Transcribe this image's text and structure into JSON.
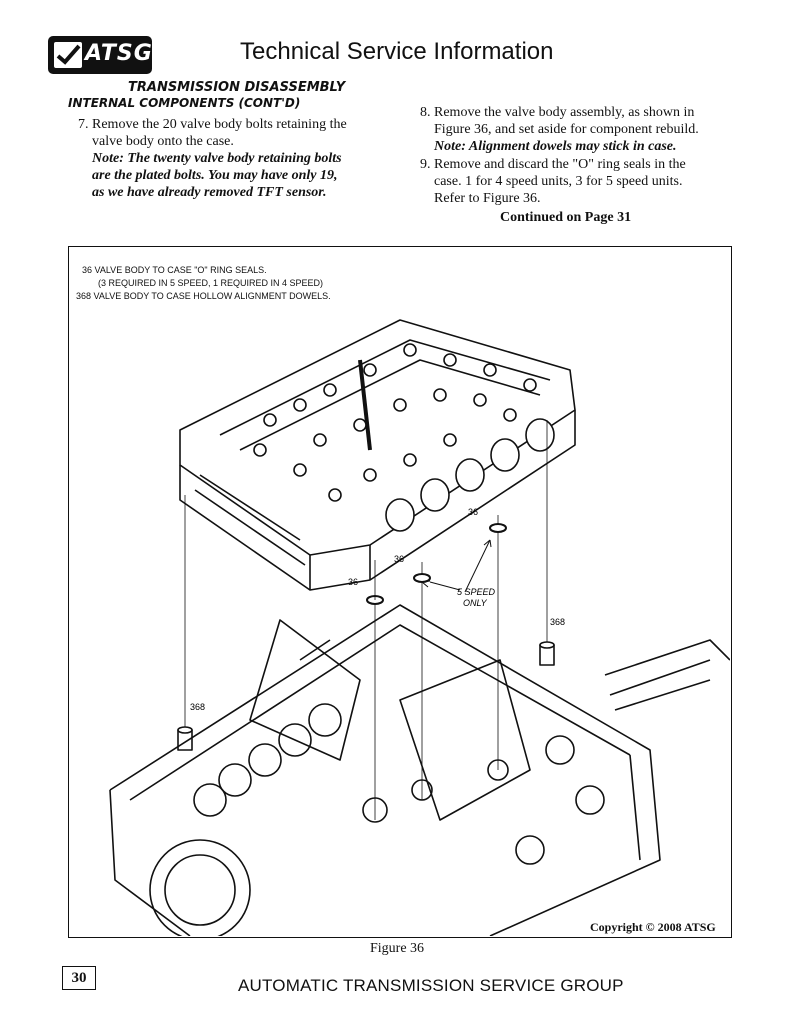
{
  "header": {
    "logo_text": "ATSG",
    "title": "Technical Service Information"
  },
  "section": {
    "title": "TRANSMISSION DISASSEMBLY",
    "subtitle": "INTERNAL COMPONENTS (CONT'D)"
  },
  "steps": {
    "step7": {
      "lead": "7. Remove the 20 valve body bolts retaining the",
      "rest": "valve body onto the case.",
      "note1": "Note: The twenty valve body retaining bolts",
      "note2": "are the plated bolts.  You may have only 19,",
      "note3": "as we have already removed TFT sensor."
    },
    "step8": {
      "lead": "8. Remove the valve body assembly, as shown in",
      "rest": "Figure 36, and set aside for component rebuild.",
      "note": "Note: Alignment dowels may stick in case."
    },
    "step9": {
      "lead": "9. Remove and discard the \"O\" ring seals in the",
      "rest1": "case.  1 for 4 speed units, 3 for 5 speed units.",
      "rest2": "Refer to Figure 36."
    },
    "continued": "Continued on Page 31"
  },
  "figure": {
    "legend": [
      "36  VALVE BODY TO CASE \"O\" RING SEALS.",
      "(3 REQUIRED IN 5 SPEED, 1 REQUIRED IN 4 SPEED)",
      "368  VALVE BODY TO CASE HOLLOW ALIGNMENT DOWELS."
    ],
    "callouts": {
      "c36": "36",
      "c368": "368",
      "five_speed_1": "5 SPEED",
      "five_speed_2": "ONLY"
    },
    "copyright": "Copyright © 2008 ATSG",
    "caption": "Figure 36"
  },
  "footer": {
    "page_number": "30",
    "text": "AUTOMATIC TRANSMISSION SERVICE GROUP"
  },
  "icons": {
    "logo": "atsg-checkmark-logo"
  }
}
